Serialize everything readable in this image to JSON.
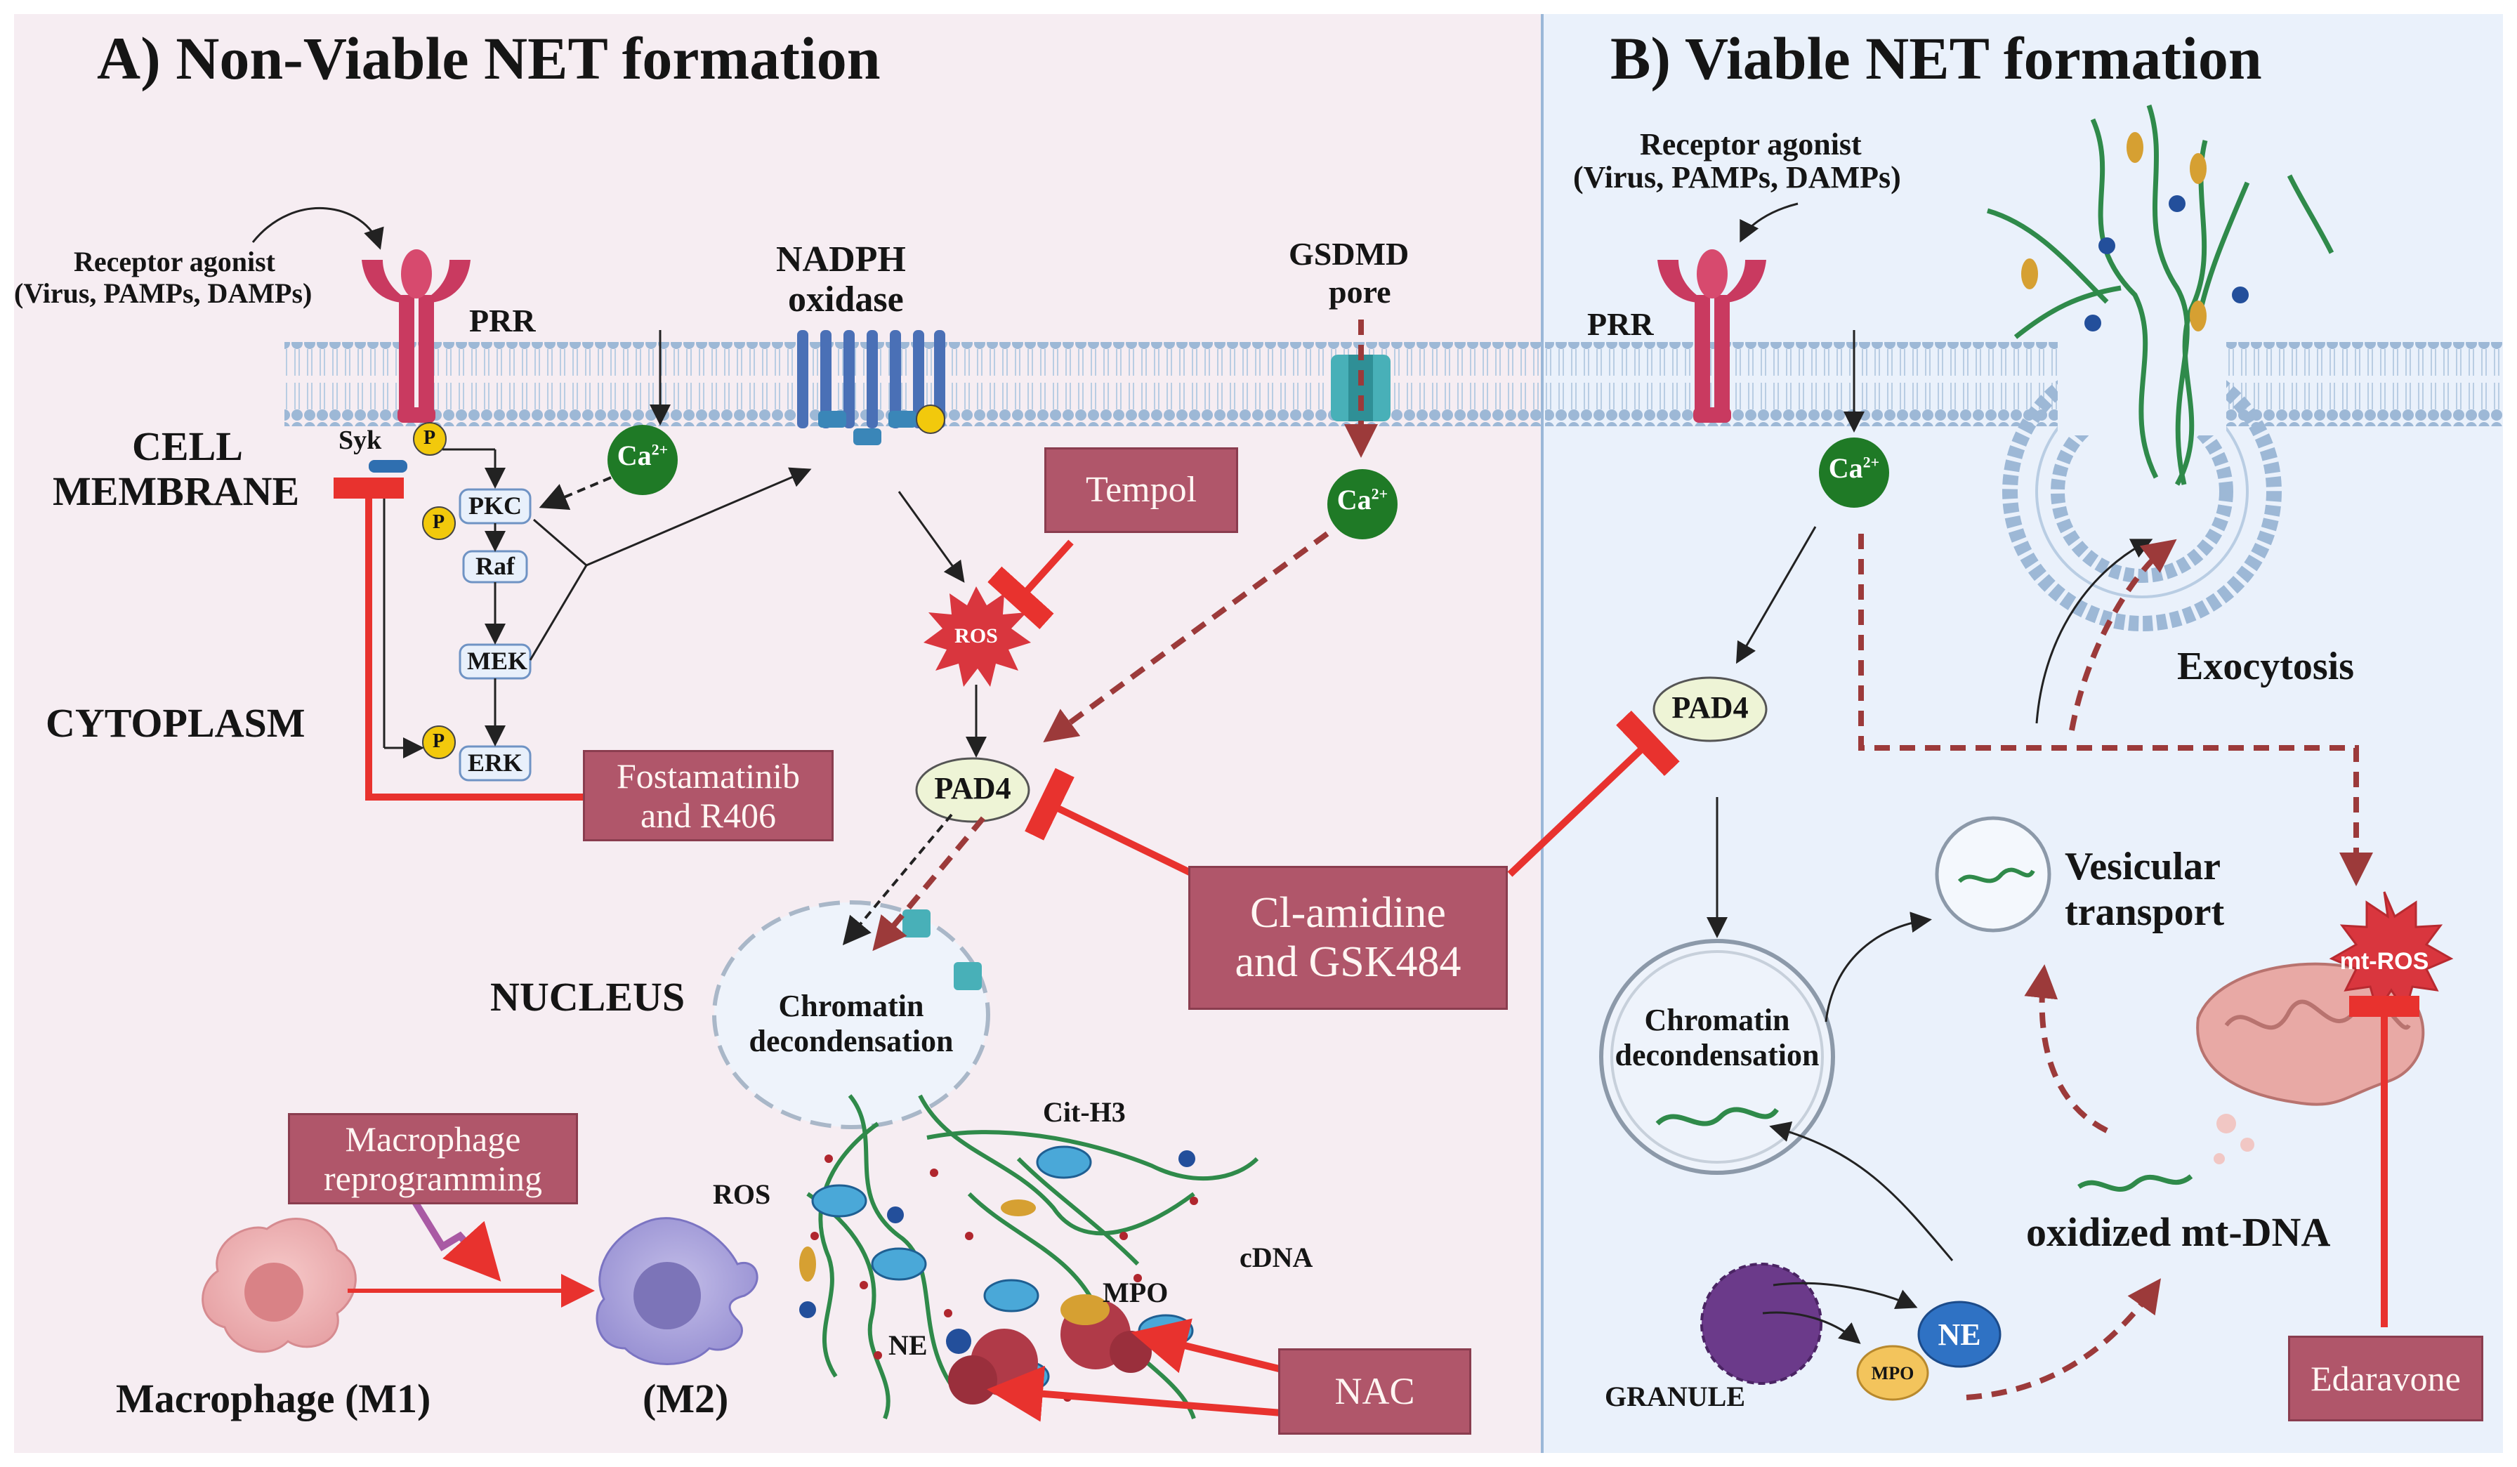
{
  "panelA": {
    "title": "A) Non-Viable NET formation",
    "receptor_agonist_line1": "Receptor agonist",
    "receptor_agonist_line2": "(Virus, PAMPs, DAMPs)",
    "prr": "PRR",
    "nadph_line1": "NADPH",
    "nadph_line2": "oxidase",
    "gsdmd_line1": "GSDMD",
    "gsdmd_line2": "pore",
    "cell_membrane_line1": "CELL",
    "cell_membrane_line2": "MEMBRANE",
    "cytoplasm": "CYTOPLASM",
    "syk": "Syk",
    "p": "P",
    "pkc": "PKC",
    "raf": "Raf",
    "mek": "MEK",
    "erk": "ERK",
    "ca": "Ca",
    "ca_sup": "2+",
    "ros": "ROS",
    "pad4": "PAD4",
    "nucleus": "NUCLEUS",
    "chromatin_line1": "Chromatin",
    "chromatin_line2": "decondensation",
    "cit_h3": "Cit-H3",
    "ros_label": "ROS",
    "cdna": "cDNA",
    "mpo": "MPO",
    "ne": "NE",
    "macrophage_m1": "Macrophage (M1)",
    "m2": "(M2)",
    "drugs": {
      "tempol": "Tempol",
      "fosta_line1": "Fostamatinib",
      "fosta_line2": "and R406",
      "clamidine_line1": "Cl-amidine",
      "clamidine_line2": "and GSK484",
      "macro_line1": "Macrophage",
      "macro_line2": "reprogramming",
      "nac": "NAC"
    }
  },
  "panelB": {
    "title": "B) Viable NET formation",
    "receptor_agonist_line1": "Receptor agonist",
    "receptor_agonist_line2": "(Virus, PAMPs, DAMPs)",
    "prr": "PRR",
    "ca": "Ca",
    "ca_sup": "2+",
    "pad4": "PAD4",
    "exocytosis": "Exocytosis",
    "vesicular_line1": "Vesicular",
    "vesicular_line2": "transport",
    "chromatin_line1": "Chromatin",
    "chromatin_line2": "decondensation",
    "mt_ros": "mt-ROS",
    "oxidized": "oxidized mt-DNA",
    "granule": "GRANULE",
    "ne": "NE",
    "mpo": "MPO",
    "drugs": {
      "edaravone": "Edaravone"
    }
  },
  "colors": {
    "panel_a_bg": "#f6edf2",
    "panel_b_bg": "#eaf1fb",
    "drug_box": "#b0566a",
    "inhibit_red": "#e8322e",
    "dashed_arrow": "#9c3a3a",
    "calcium_green": "#1f7a26",
    "ros_red": "#d9363e",
    "pad4_fill": "#eef4d6",
    "receptor": "#c93a60",
    "membrane": "#9db8d6"
  }
}
